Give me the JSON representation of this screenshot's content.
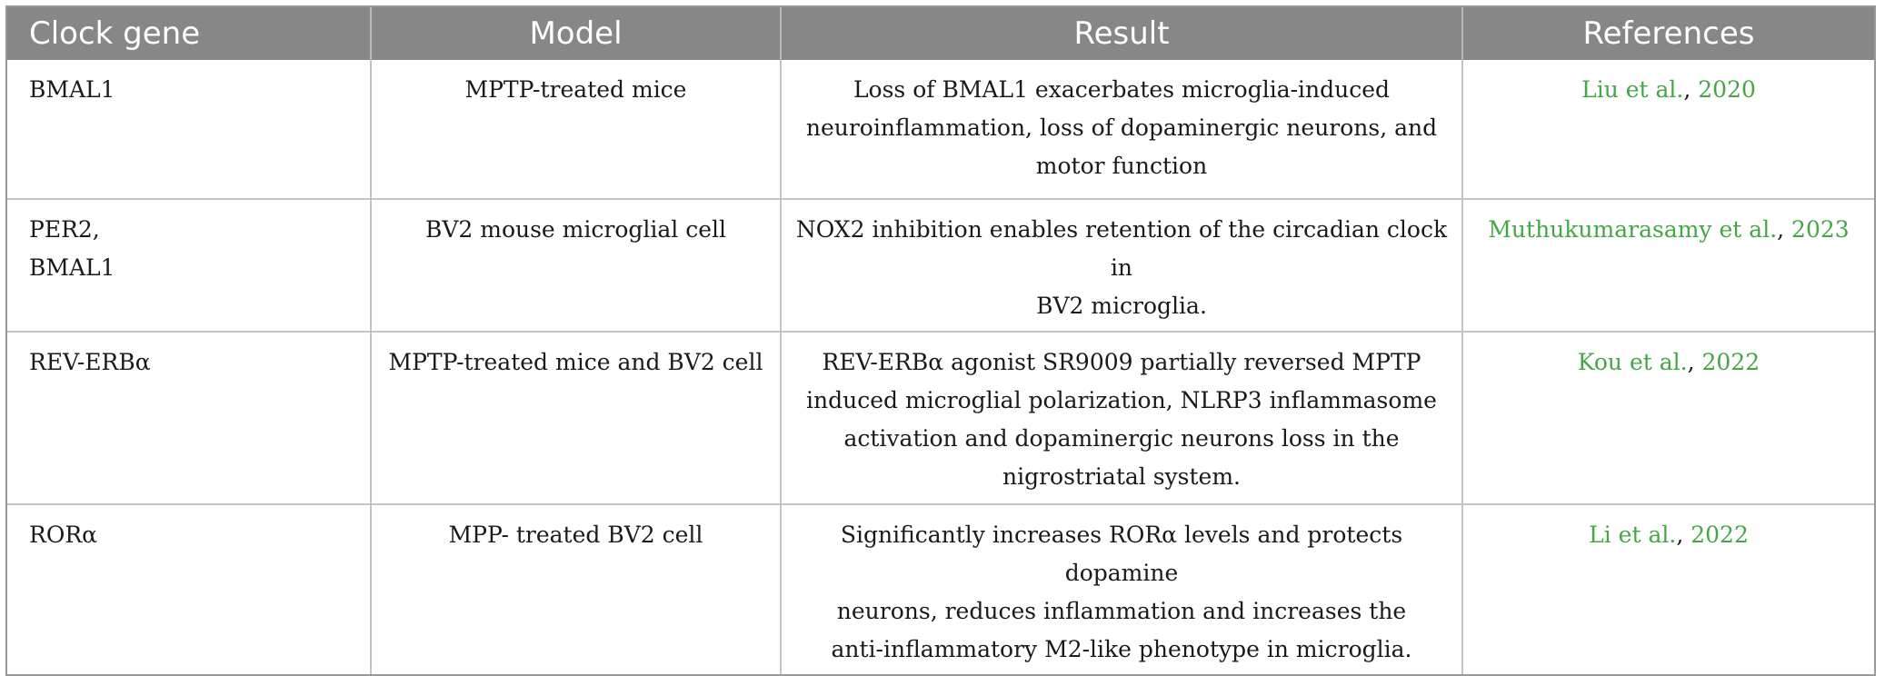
{
  "table": {
    "headers": [
      "Clock gene",
      "Model",
      "Result",
      "References"
    ],
    "rows": [
      {
        "gene_lines": [
          "BMAL1"
        ],
        "model": "MPTP-treated mice",
        "result_lines": [
          "Loss of BMAL1 exacerbates microglia-induced",
          "neuroinflammation, loss of dopaminergic neurons, and",
          "motor function"
        ],
        "ref_authors": "Liu et al.",
        "ref_sep": ", ",
        "ref_year": "2020"
      },
      {
        "gene_lines": [
          "PER2,",
          "BMAL1"
        ],
        "model": "BV2 mouse microglial cell",
        "result_lines": [
          "NOX2 inhibition enables retention of the circadian clock in",
          "BV2 microglia."
        ],
        "ref_authors": "Muthukumarasamy et al.",
        "ref_sep": ", ",
        "ref_year": "2023"
      },
      {
        "gene_lines": [
          "REV-ERBα"
        ],
        "model": "MPTP-treated mice and BV2 cell",
        "result_lines": [
          "REV-ERBα agonist SR9009 partially reversed MPTP",
          "induced microglial polarization, NLRP3 inflammasome",
          "activation and dopaminergic neurons loss in the",
          "nigrostriatal system."
        ],
        "ref_authors": "Kou et al.",
        "ref_sep": ", ",
        "ref_year": "2022"
      },
      {
        "gene_lines": [
          "RORα"
        ],
        "model": "MPP- treated BV2 cell",
        "result_lines": [
          "Significantly increases RORα levels and protects dopamine",
          "neurons, reduces inflammation and increases the",
          "anti-inflammatory M2-like phenotype in microglia."
        ],
        "ref_authors": "Li et al.",
        "ref_sep": ", ",
        "ref_year": "2022"
      }
    ]
  },
  "colors": {
    "header_bg": "#878787",
    "header_text": "#ffffff",
    "link": "#43a843",
    "border": "#c4c4c4"
  }
}
